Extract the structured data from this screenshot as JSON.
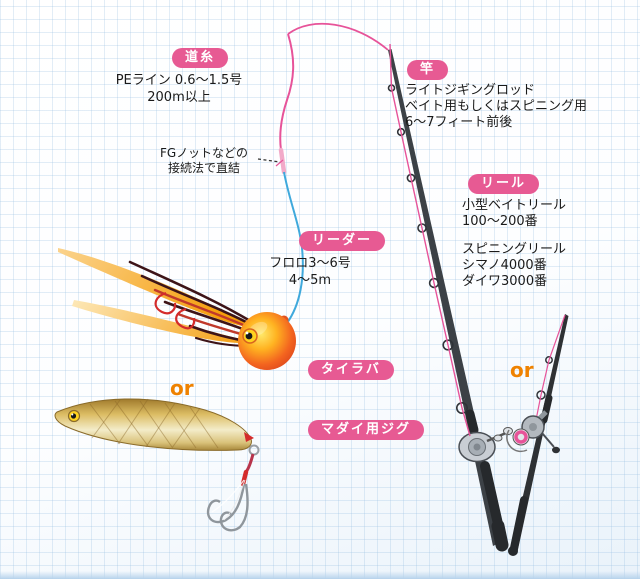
{
  "colors": {
    "badge": "#e75a93",
    "pe_line": "#e75399",
    "pe_knot": "#f2aac9",
    "leader_line": "#3fa9dc",
    "or": "#ef8200",
    "text": "#1a1a1a",
    "grid": "#96bee1"
  },
  "annotations": {
    "main_line": {
      "badge": "道糸",
      "lines": [
        "PEライン 0.6～1.5号",
        "200m以上"
      ]
    },
    "knot": {
      "lines": [
        "FGノットなどの",
        "接続法で直結"
      ]
    },
    "rod": {
      "badge": "竿",
      "lines": [
        "ライトジギングロッド",
        "ベイト用もしくはスピニング用",
        "6～7フィート前後"
      ]
    },
    "reel": {
      "badge": "リール",
      "group1": [
        "小型ベイトリール",
        "100～200番"
      ],
      "group2": [
        "スピニングリール",
        "シマノ4000番",
        "ダイワ3000番"
      ]
    },
    "leader": {
      "badge": "リーダー",
      "lines": [
        "フロロ3～6号",
        "4～5m"
      ]
    },
    "tairaba": {
      "badge": "タイラバ"
    },
    "jig": {
      "badge": "マダイ用ジグ"
    },
    "or_left": "or",
    "or_right": "or"
  }
}
